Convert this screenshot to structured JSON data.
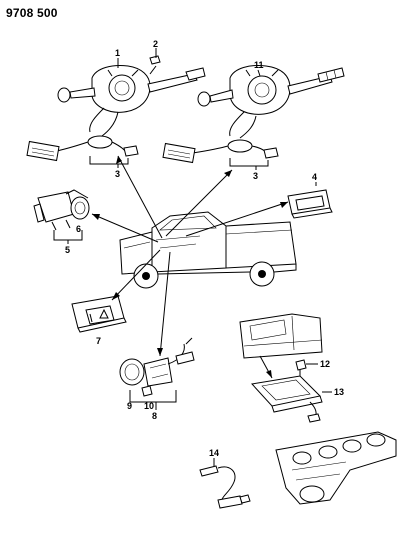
{
  "document": {
    "code": "9708 500"
  },
  "callouts": [
    {
      "id": "1",
      "label": "1"
    },
    {
      "id": "2",
      "label": "2"
    },
    {
      "id": "3a",
      "label": "3"
    },
    {
      "id": "3b",
      "label": "3"
    },
    {
      "id": "4",
      "label": "4"
    },
    {
      "id": "5",
      "label": "5"
    },
    {
      "id": "6",
      "label": "6"
    },
    {
      "id": "7",
      "label": "7"
    },
    {
      "id": "8",
      "label": "8"
    },
    {
      "id": "9",
      "label": "9"
    },
    {
      "id": "10",
      "label": "10"
    },
    {
      "id": "11",
      "label": "11"
    },
    {
      "id": "12",
      "label": "12"
    },
    {
      "id": "13",
      "label": "13"
    },
    {
      "id": "14",
      "label": "14"
    }
  ]
}
